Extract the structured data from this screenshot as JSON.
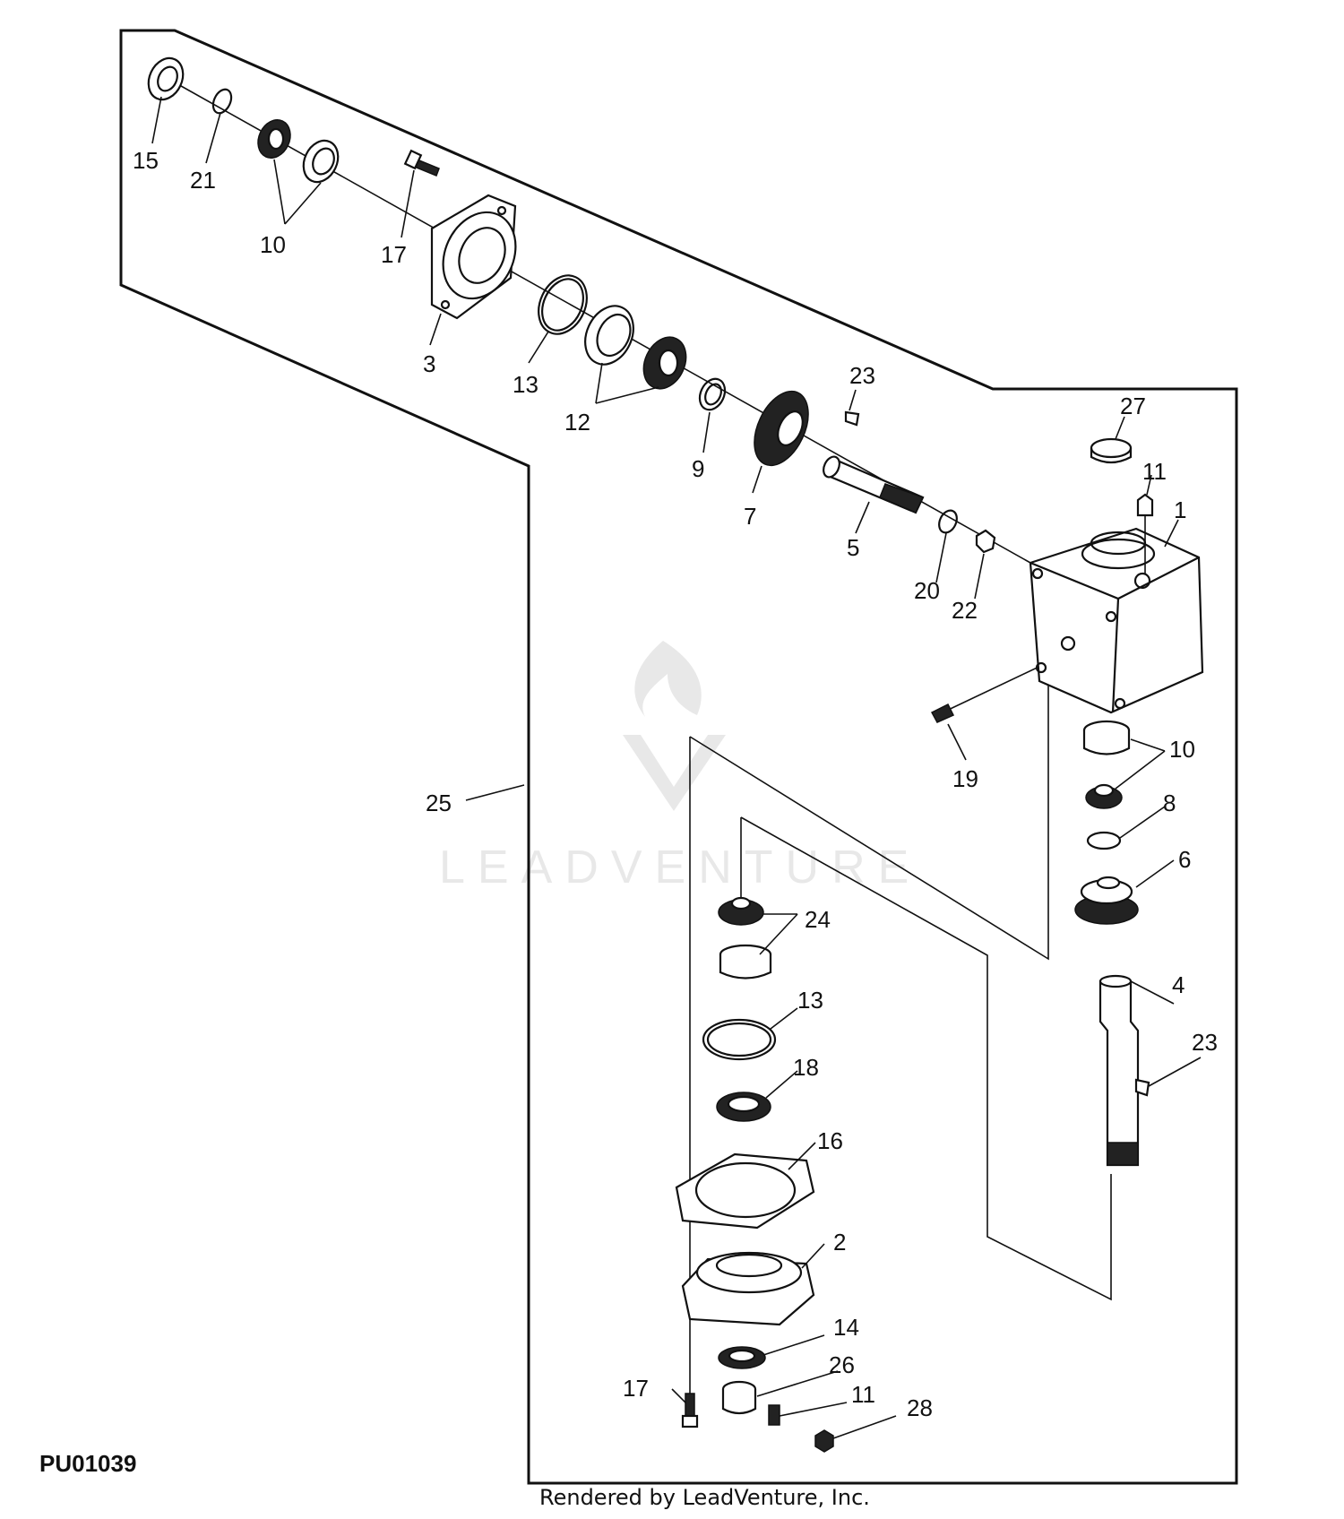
{
  "diagram": {
    "document_code": "PU01039",
    "credit": "Rendered by LeadVenture, Inc.",
    "watermark": "LEADVENTURE",
    "callouts": [
      "15",
      "21",
      "10",
      "17",
      "3",
      "13",
      "12",
      "23",
      "9",
      "7",
      "5",
      "27",
      "11",
      "1",
      "20",
      "22",
      "19",
      "25",
      "10",
      "8",
      "6",
      "24",
      "13",
      "4",
      "23",
      "18",
      "16",
      "2",
      "14",
      "26",
      "17",
      "11",
      "28"
    ]
  }
}
